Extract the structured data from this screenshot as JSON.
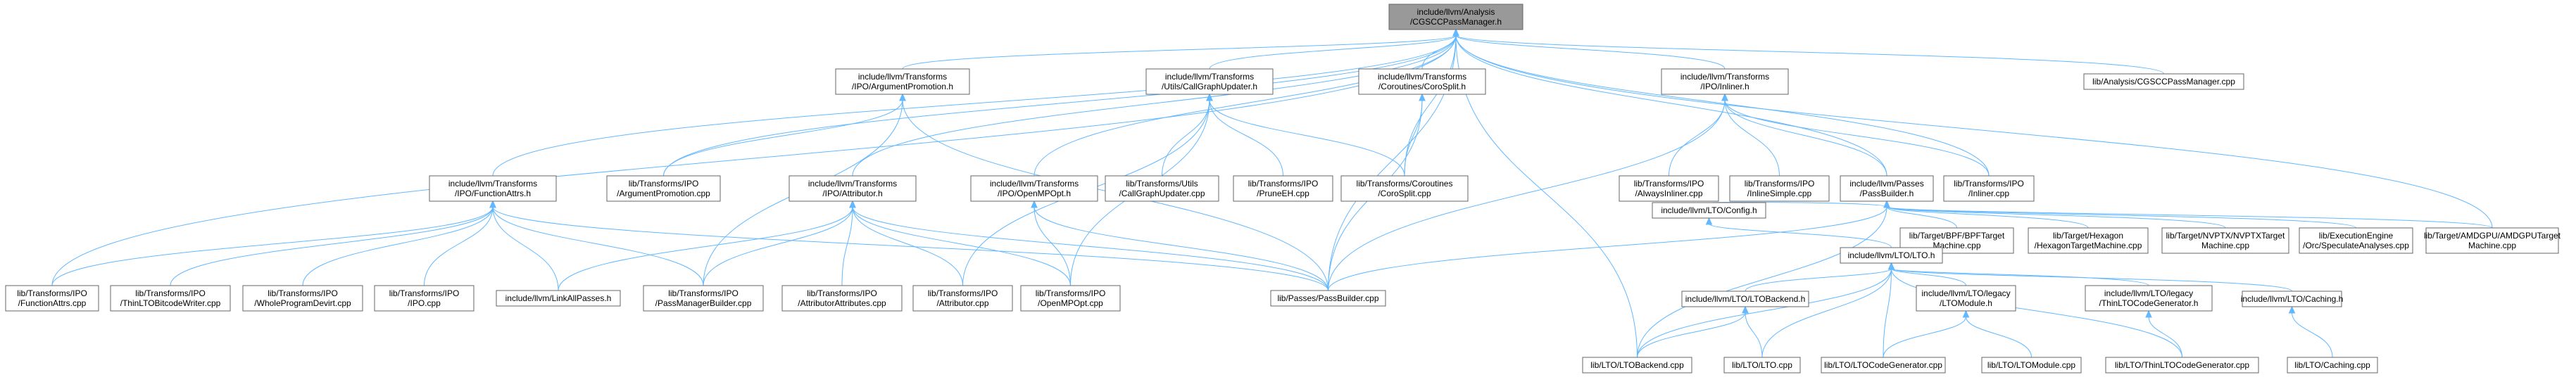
{
  "graph": {
    "nodes": [
      {
        "id": "root",
        "lines": [
          "include/llvm/Analysis",
          "/CGSCCPassManager.h"
        ],
        "root": true
      },
      {
        "id": "argpromo_h",
        "lines": [
          "include/llvm/Transforms",
          "/IPO/ArgumentPromotion.h"
        ]
      },
      {
        "id": "cgupdater_h",
        "lines": [
          "include/llvm/Transforms",
          "/Utils/CallGraphUpdater.h"
        ]
      },
      {
        "id": "corosplit_h",
        "lines": [
          "include/llvm/Transforms",
          "/Coroutines/CoroSplit.h"
        ]
      },
      {
        "id": "inliner_h",
        "lines": [
          "include/llvm/Transforms",
          "/IPO/Inliner.h"
        ]
      },
      {
        "id": "cgscc_cpp",
        "lines": [
          "lib/Analysis/CGSCCPassManager.cpp"
        ]
      },
      {
        "id": "funcattrs_h",
        "lines": [
          "include/llvm/Transforms",
          "/IPO/FunctionAttrs.h"
        ]
      },
      {
        "id": "argpromo_cpp",
        "lines": [
          "lib/Transforms/IPO",
          "/ArgumentPromotion.cpp"
        ]
      },
      {
        "id": "attributor_h",
        "lines": [
          "include/llvm/Transforms",
          "/IPO/Attributor.h"
        ]
      },
      {
        "id": "openmpopt_h",
        "lines": [
          "include/llvm/Transforms",
          "/IPO/OpenMPOpt.h"
        ]
      },
      {
        "id": "cgupdater_cpp",
        "lines": [
          "lib/Transforms/Utils",
          "/CallGraphUpdater.cpp"
        ]
      },
      {
        "id": "pruneeh_cpp",
        "lines": [
          "lib/Transforms/IPO",
          "/PruneEH.cpp"
        ]
      },
      {
        "id": "corosplit_cpp",
        "lines": [
          "lib/Transforms/Coroutines",
          "/CoroSplit.cpp"
        ]
      },
      {
        "id": "alwaysinliner_cpp",
        "lines": [
          "lib/Transforms/IPO",
          "/AlwaysInliner.cpp"
        ]
      },
      {
        "id": "inlinesimple_cpp",
        "lines": [
          "lib/Transforms/IPO",
          "/InlineSimple.cpp"
        ]
      },
      {
        "id": "passbuilder_h",
        "lines": [
          "include/llvm/Passes",
          "/PassBuilder.h"
        ]
      },
      {
        "id": "inliner_cpp",
        "lines": [
          "lib/Transforms/IPO",
          "/Inliner.cpp"
        ]
      },
      {
        "id": "funcattrs_cpp",
        "lines": [
          "lib/Transforms/IPO",
          "/FunctionAttrs.cpp"
        ]
      },
      {
        "id": "thinltobc_cpp",
        "lines": [
          "lib/Transforms/IPO",
          "/ThinLTOBitcodeWriter.cpp"
        ]
      },
      {
        "id": "wpdevirt_cpp",
        "lines": [
          "lib/Transforms/IPO",
          "/WholeProgramDevirt.cpp"
        ]
      },
      {
        "id": "ipo_cpp",
        "lines": [
          "lib/Transforms/IPO",
          "/IPO.cpp"
        ]
      },
      {
        "id": "linkallpasses_h",
        "lines": [
          "include/llvm/LinkAllPasses.h"
        ]
      },
      {
        "id": "pmbuilder_cpp",
        "lines": [
          "lib/Transforms/IPO",
          "/PassManagerBuilder.cpp"
        ]
      },
      {
        "id": "attrattrs_cpp",
        "lines": [
          "lib/Transforms/IPO",
          "/AttributorAttributes.cpp"
        ]
      },
      {
        "id": "attributor_cpp",
        "lines": [
          "lib/Transforms/IPO",
          "/Attributor.cpp"
        ]
      },
      {
        "id": "openmpopt_cpp",
        "lines": [
          "lib/Transforms/IPO",
          "/OpenMPOpt.cpp"
        ]
      },
      {
        "id": "passbuilder_cpp",
        "lines": [
          "lib/Passes/PassBuilder.cpp"
        ]
      },
      {
        "id": "lto_config_h",
        "lines": [
          "include/llvm/LTO/Config.h"
        ]
      },
      {
        "id": "bpf_cpp",
        "lines": [
          "lib/Target/BPF/BPFTarget",
          "Machine.cpp"
        ]
      },
      {
        "id": "hexagon_cpp",
        "lines": [
          "lib/Target/Hexagon",
          "/HexagonTargetMachine.cpp"
        ]
      },
      {
        "id": "nvptx_cpp",
        "lines": [
          "lib/Target/NVPTX/NVPTXTarget",
          "Machine.cpp"
        ]
      },
      {
        "id": "orc_cpp",
        "lines": [
          "lib/ExecutionEngine",
          "/Orc/SpeculateAnalyses.cpp"
        ]
      },
      {
        "id": "amdgpu_cpp",
        "lines": [
          "lib/Target/AMDGPU/AMDGPUTarget",
          "Machine.cpp"
        ]
      },
      {
        "id": "lto_h",
        "lines": [
          "include/llvm/LTO/LTO.h"
        ]
      },
      {
        "id": "ltobackend_h",
        "lines": [
          "include/llvm/LTO/LTOBackend.h"
        ]
      },
      {
        "id": "ltomodule_h",
        "lines": [
          "include/llvm/LTO/legacy",
          "/LTOModule.h"
        ]
      },
      {
        "id": "thinltocg_h",
        "lines": [
          "include/llvm/LTO/legacy",
          "/ThinLTOCodeGenerator.h"
        ]
      },
      {
        "id": "caching_h",
        "lines": [
          "include/llvm/LTO/Caching.h"
        ]
      },
      {
        "id": "ltobackend_cpp",
        "lines": [
          "lib/LTO/LTOBackend.cpp"
        ]
      },
      {
        "id": "lto_cpp",
        "lines": [
          "lib/LTO/LTO.cpp"
        ]
      },
      {
        "id": "ltocg_cpp",
        "lines": [
          "lib/LTO/LTOCodeGenerator.cpp"
        ]
      },
      {
        "id": "ltomodule_cpp",
        "lines": [
          "lib/LTO/LTOModule.cpp"
        ]
      },
      {
        "id": "thinltocg_cpp",
        "lines": [
          "lib/LTO/ThinLTOCodeGenerator.cpp"
        ]
      },
      {
        "id": "caching_cpp",
        "lines": [
          "lib/LTO/Caching.cpp"
        ]
      }
    ],
    "edges": [
      [
        "argpromo_h",
        "root"
      ],
      [
        "cgupdater_h",
        "root"
      ],
      [
        "corosplit_h",
        "root"
      ],
      [
        "inliner_h",
        "root"
      ],
      [
        "cgscc_cpp",
        "root"
      ],
      [
        "funcattrs_h",
        "root"
      ],
      [
        "argpromo_cpp",
        "root"
      ],
      [
        "attributor_h",
        "root"
      ],
      [
        "openmpopt_h",
        "root"
      ],
      [
        "passbuilder_h",
        "root"
      ],
      [
        "inliner_cpp",
        "root"
      ],
      [
        "funcattrs_cpp",
        "root"
      ],
      [
        "passbuilder_cpp",
        "root"
      ],
      [
        "amdgpu_cpp",
        "root"
      ],
      [
        "ltobackend_cpp",
        "root"
      ],
      [
        "corosplit_cpp",
        "root"
      ],
      [
        "argpromo_cpp",
        "argpromo_h"
      ],
      [
        "passbuilder_cpp",
        "argpromo_h"
      ],
      [
        "pmbuilder_cpp",
        "argpromo_h"
      ],
      [
        "attributor_cpp",
        "cgupdater_h"
      ],
      [
        "cgupdater_cpp",
        "cgupdater_h"
      ],
      [
        "pruneeh_cpp",
        "cgupdater_h"
      ],
      [
        "corosplit_cpp",
        "cgupdater_h"
      ],
      [
        "openmpopt_cpp",
        "cgupdater_h"
      ],
      [
        "corosplit_cpp",
        "corosplit_h"
      ],
      [
        "passbuilder_cpp",
        "corosplit_h"
      ],
      [
        "alwaysinliner_cpp",
        "inliner_h"
      ],
      [
        "inlinesimple_cpp",
        "inliner_h"
      ],
      [
        "inliner_cpp",
        "inliner_h"
      ],
      [
        "passbuilder_h",
        "inliner_h"
      ],
      [
        "passbuilder_cpp",
        "inliner_h"
      ],
      [
        "funcattrs_cpp",
        "funcattrs_h"
      ],
      [
        "thinltobc_cpp",
        "funcattrs_h"
      ],
      [
        "wpdevirt_cpp",
        "funcattrs_h"
      ],
      [
        "ipo_cpp",
        "funcattrs_h"
      ],
      [
        "linkallpasses_h",
        "funcattrs_h"
      ],
      [
        "pmbuilder_cpp",
        "funcattrs_h"
      ],
      [
        "passbuilder_cpp",
        "funcattrs_h"
      ],
      [
        "attrattrs_cpp",
        "attributor_h"
      ],
      [
        "attributor_cpp",
        "attributor_h"
      ],
      [
        "openmpopt_cpp",
        "attributor_h"
      ],
      [
        "passbuilder_cpp",
        "attributor_h"
      ],
      [
        "linkallpasses_h",
        "attributor_h"
      ],
      [
        "pmbuilder_cpp",
        "attributor_h"
      ],
      [
        "openmpopt_cpp",
        "openmpopt_h"
      ],
      [
        "passbuilder_cpp",
        "openmpopt_h"
      ],
      [
        "passbuilder_cpp",
        "passbuilder_h"
      ],
      [
        "lto_config_h",
        "passbuilder_h"
      ],
      [
        "bpf_cpp",
        "passbuilder_h"
      ],
      [
        "hexagon_cpp",
        "passbuilder_h"
      ],
      [
        "nvptx_cpp",
        "passbuilder_h"
      ],
      [
        "orc_cpp",
        "passbuilder_h"
      ],
      [
        "amdgpu_cpp",
        "passbuilder_h"
      ],
      [
        "ltobackend_cpp",
        "passbuilder_h"
      ],
      [
        "lto_h",
        "lto_config_h"
      ],
      [
        "ltobackend_h",
        "lto_h"
      ],
      [
        "ltomodule_h",
        "lto_h"
      ],
      [
        "thinltocg_h",
        "lto_h"
      ],
      [
        "caching_h",
        "lto_h"
      ],
      [
        "ltobackend_cpp",
        "lto_h"
      ],
      [
        "lto_cpp",
        "lto_h"
      ],
      [
        "ltocg_cpp",
        "lto_h"
      ],
      [
        "thinltocg_cpp",
        "lto_h"
      ],
      [
        "ltobackend_cpp",
        "ltobackend_h"
      ],
      [
        "lto_cpp",
        "ltobackend_h"
      ],
      [
        "ltocg_cpp",
        "ltomodule_h"
      ],
      [
        "ltomodule_cpp",
        "ltomodule_h"
      ],
      [
        "thinltocg_cpp",
        "thinltocg_h"
      ],
      [
        "caching_cpp",
        "caching_h"
      ]
    ]
  }
}
